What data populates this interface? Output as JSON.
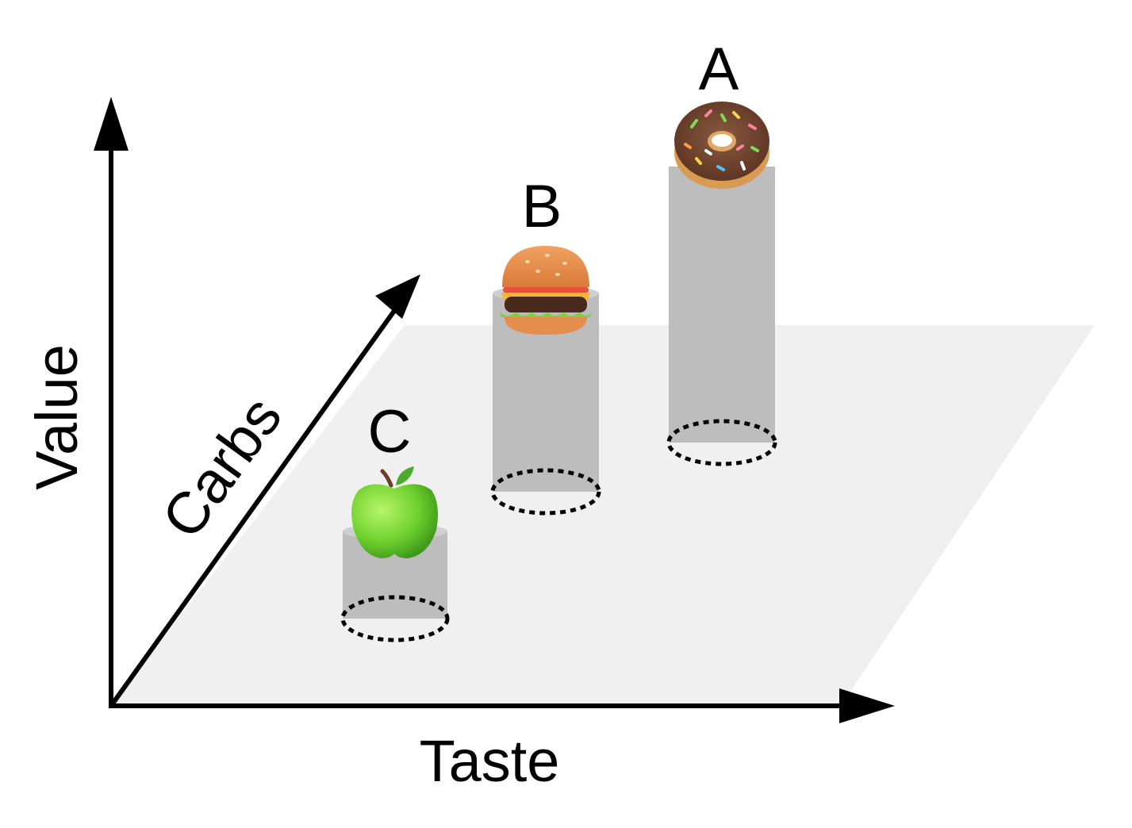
{
  "title": "Food items positioned by Taste, Carbs and Value",
  "axes": {
    "value_label": "Value",
    "carbs_label": "Carbs",
    "taste_label": "Taste"
  },
  "colors": {
    "plane": "#f0f0f0",
    "pillar": "#bdbdbd",
    "axis": "#000000"
  },
  "items": [
    {
      "label": "A",
      "food": "donut",
      "value_rank": "high"
    },
    {
      "label": "B",
      "food": "burger",
      "value_rank": "medium"
    },
    {
      "label": "C",
      "food": "apple",
      "value_rank": "low"
    }
  ]
}
